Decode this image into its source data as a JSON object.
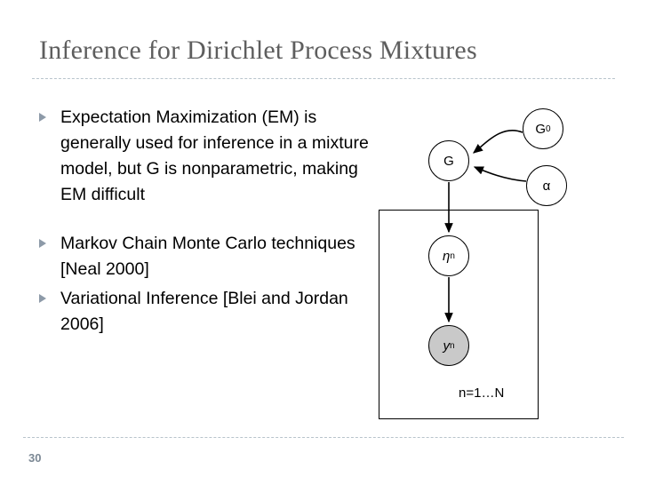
{
  "slide": {
    "title": "Inference for Dirichlet Process Mixtures",
    "page_number": "30",
    "bullets": [
      {
        "text": "Expectation Maximization (EM) is generally used for inference in a mixture model, but G is nonparametric, making EM difficult",
        "gap_after": true
      },
      {
        "text": "Markov Chain Monte Carlo techniques [Neal 2000]",
        "gap_after": false
      },
      {
        "text": "Variational Inference [Blei and Jordan 2006]",
        "gap_after": false
      }
    ]
  },
  "diagram": {
    "nodes": [
      {
        "id": "G0",
        "label": "G",
        "subscript": "0",
        "shaded": false,
        "italic": false
      },
      {
        "id": "G",
        "label": "G",
        "subscript": "",
        "shaded": false,
        "italic": false
      },
      {
        "id": "alpha",
        "label": "α",
        "subscript": "",
        "shaded": false,
        "italic": false
      },
      {
        "id": "eta",
        "label": "η",
        "subscript": "n",
        "shaded": false,
        "italic": true
      },
      {
        "id": "y",
        "label": "y",
        "subscript": "n",
        "shaded": true,
        "italic": true
      }
    ],
    "plate_label": "n=1…N",
    "edges": [
      {
        "from": "G0",
        "to": "G"
      },
      {
        "from": "alpha",
        "to": "G"
      },
      {
        "from": "G",
        "to": "eta"
      },
      {
        "from": "eta",
        "to": "y"
      }
    ]
  },
  "colors": {
    "title": "#5e5e5e",
    "rule": "#b8c4cc",
    "bullet_marker": "#8d9aa8",
    "shaded_node": "#c9c9c9",
    "page_number": "#7b8894"
  }
}
